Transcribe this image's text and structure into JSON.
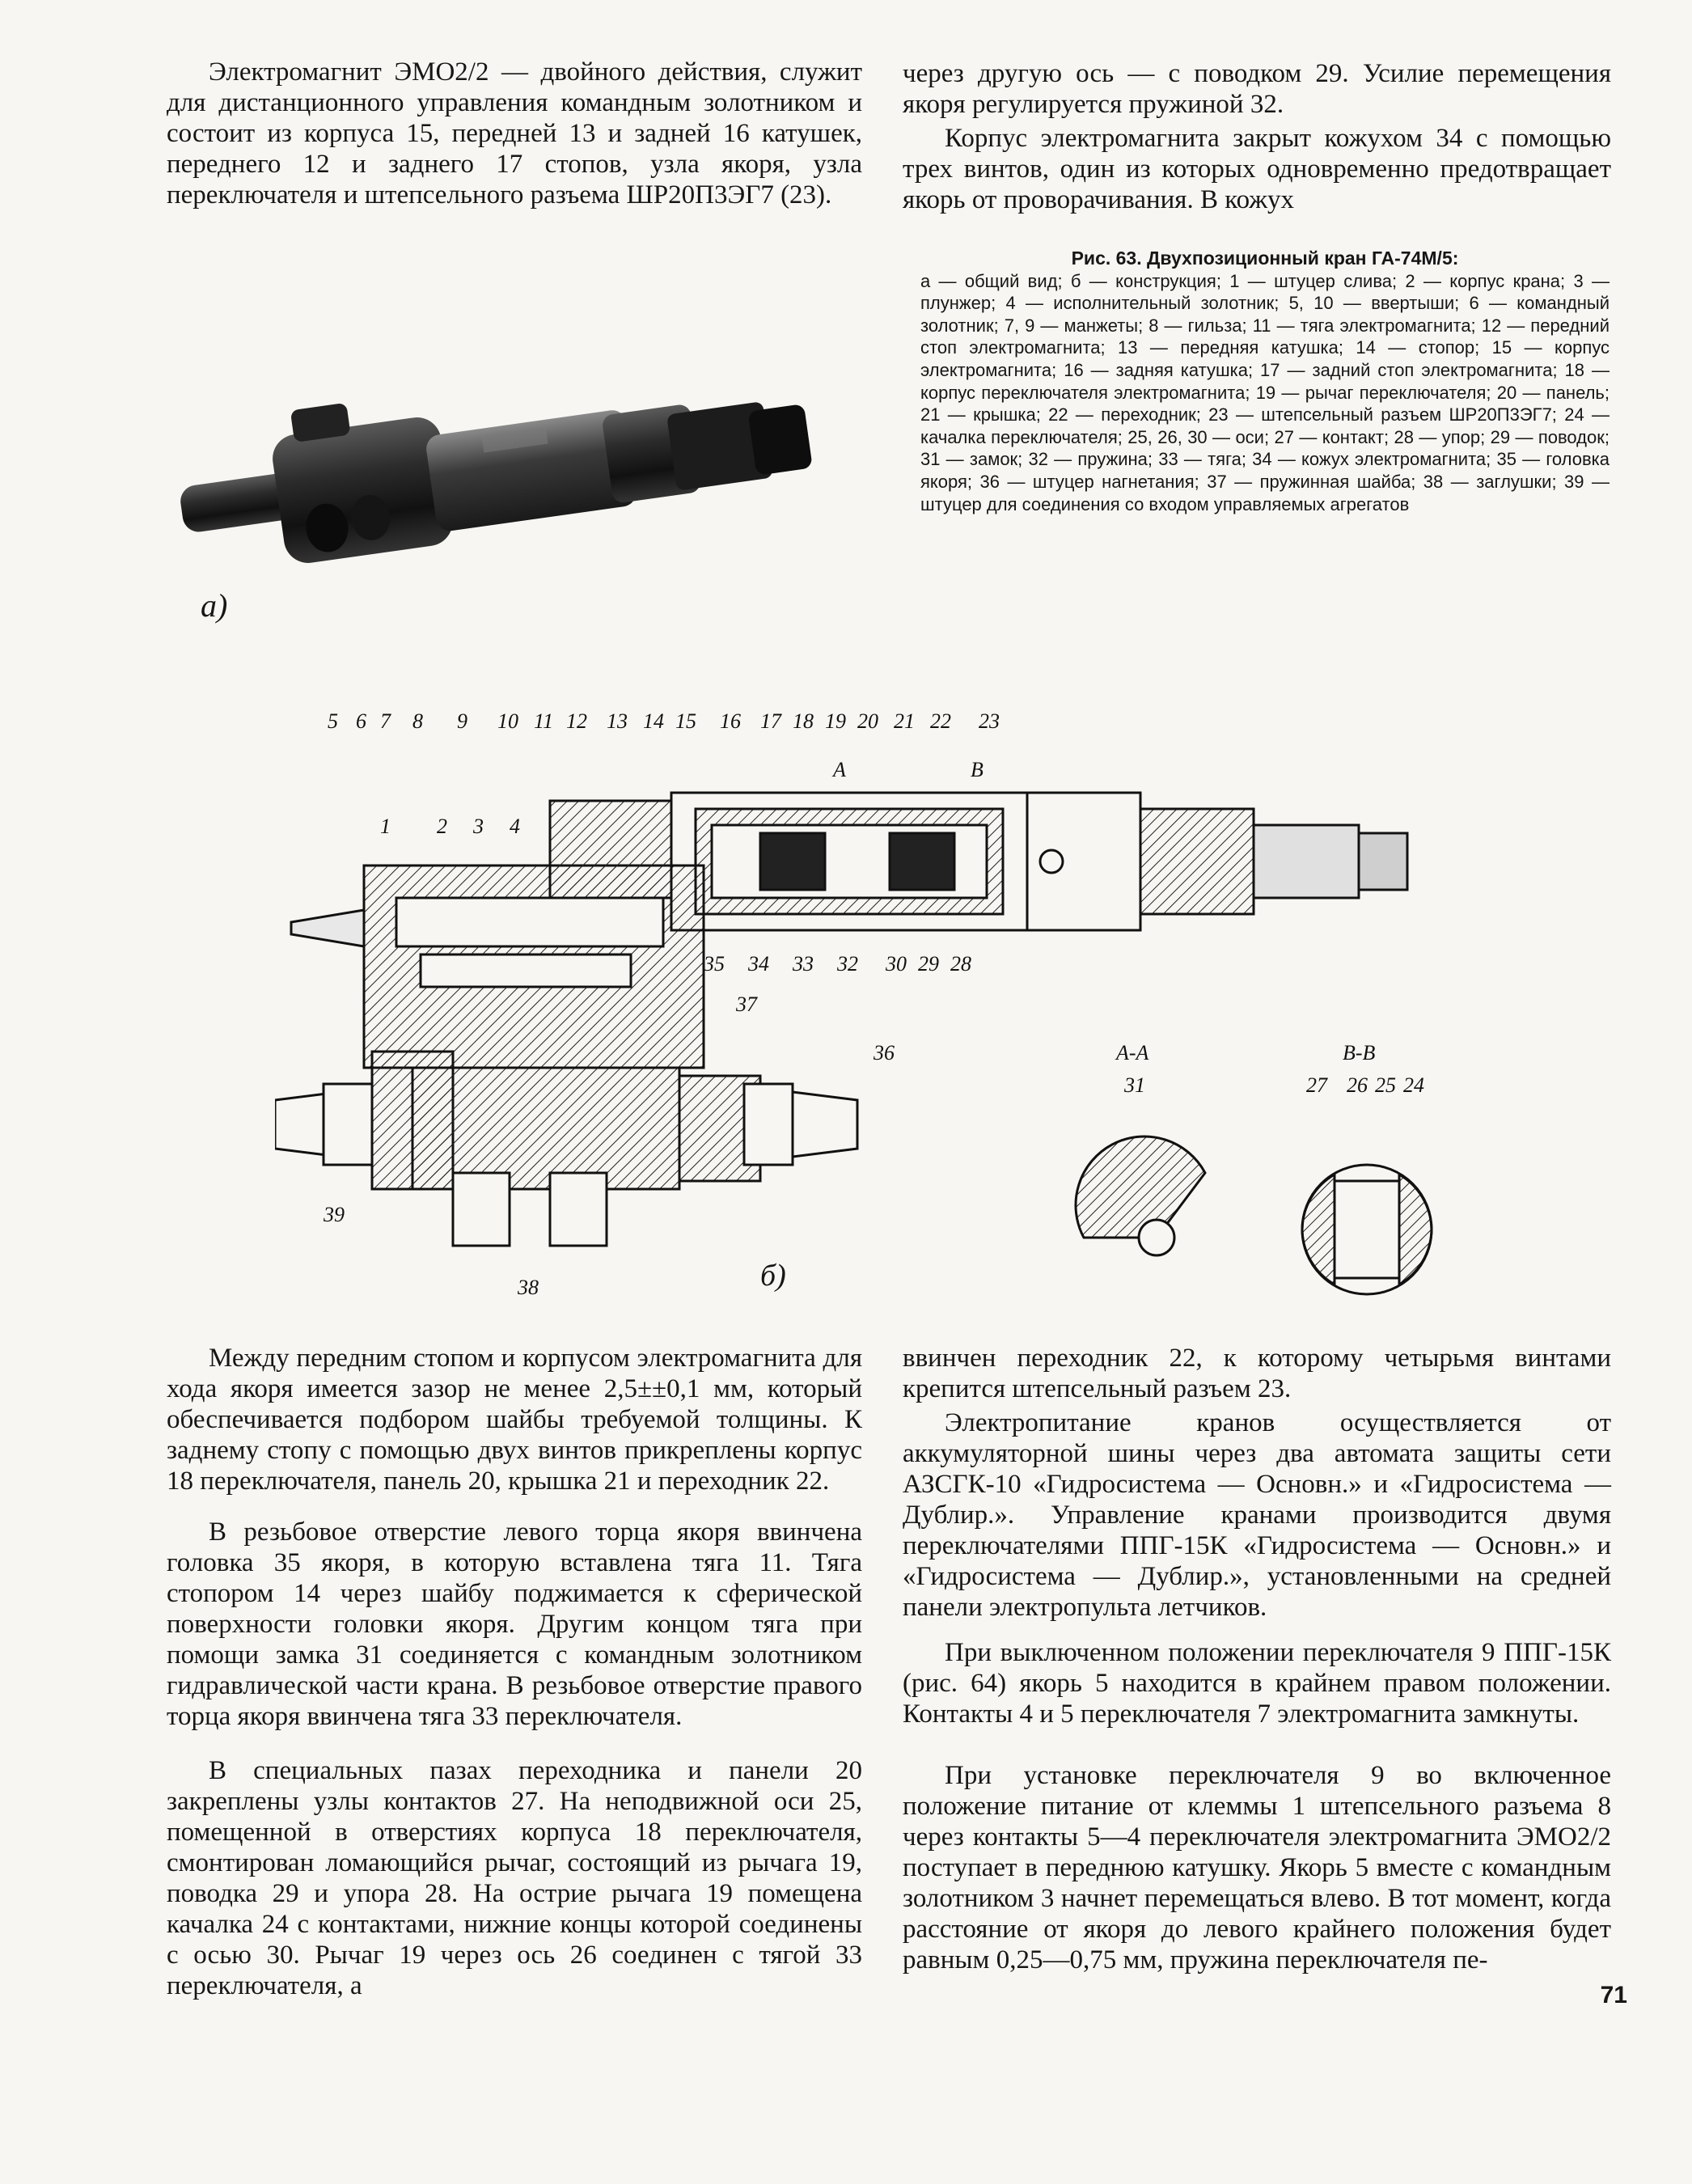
{
  "page": {
    "left_column": {
      "p1": "Электромагнит ЭМО2/2 — двойного действия, служит для дистанционного управления командным золотником и состоит из корпуса 15, передней 13 и задней 16 катушек, переднего 12 и заднего 17 стопов, узла якоря, узла переключателя и штепсельного разъема ШР20П3ЭГ7 (23).",
      "p2": "Между передним стопом и корпусом электромагнита для хода якоря имеется зазор не менее 2,5±±0,1 мм, который обеспечивается подбором шайбы требуемой толщины. К заднему стопу с помощью двух винтов прикреплены корпус 18 переключателя, панель 20, крышка 21 и переходник 22.",
      "p3": "В резьбовое отверстие левого торца якоря ввинчена головка 35 якоря, в которую вставлена тяга 11. Тяга стопором 14 через шайбу поджимается к сферической поверхности головки якоря. Другим концом тяга при помощи замка 31 соединяется с командным золотником гидравлической части крана. В резьбовое отверстие правого торца якоря ввинчена тяга 33 переключателя.",
      "p4": "В специальных пазах переходника и панели 20 закреплены узлы контактов 27. На неподвижной оси 25, помещенной в отверстиях корпуса 18 переключателя, смонтирован ломающийся рычаг, состоящий из рычага 19, поводка 29 и упора 28. На острие рычага 19 помещена качалка 24 с контактами, нижние концы которой соединены с осью 30. Рычаг 19 через ось 26 соединен с тягой 33 переключателя, а"
    },
    "right_column": {
      "p1": "через другую ось — с поводком 29. Усилие перемещения якоря регулируется пружиной 32.",
      "p2": "Корпус электромагнита закрыт кожухом 34 с помощью трех винтов, один из которых одновременно предотвращает якорь от проворачивания. В кожух",
      "p3": "ввинчен переходник 22, к которому четырьмя винтами крепится штепсельный разъем 23.",
      "p4": "Электропитание кранов осуществляется от аккумуляторной шины через два автомата защиты сети АЗСГК-10 «Гидросистема — Основн.» и «Гидросистема — Дублир.». Управление кранами производится двумя переключателями ППГ-15К «Гидросистема — Основн.» и «Гидросистема — Дублир.», установленными на средней панели электропульта летчиков.",
      "p5": "При выключенном положении переключателя 9 ППГ-15К (рис. 64) якорь 5 находится в крайнем правом положении. Контакты 4 и 5 переключателя 7 электромагнита замкнуты.",
      "p6": "При установке переключателя 9 во включенное положение питание от клеммы 1 штепсельного разъема 8 через контакты 5—4 переключателя электромагнита ЭМО2/2 поступает в переднюю катушку. Якорь 5 вместе с командным золотником 3 начнет перемещаться влево. В тот момент, когда расстояние от якоря до левого крайнего положения будет равным 0,25—0,75 мм, пружина переключателя пе-"
    },
    "caption": {
      "title": "Рис. 63. Двухпозиционный кран ГА-74М/5:",
      "body": "а — общий вид; б — конструкция; 1 — штуцер слива; 2 — корпус крана; 3 — плунжер; 4 — исполнительный золотник; 5, 10 — ввертыши; 6 — командный золотник; 7, 9 — манжеты; 8 — гильза; 11 — тяга электромагнита; 12 — передний стоп электромагнита; 13 — передняя катушка; 14 — стопор; 15 — корпус электромагнита; 16 — задняя катушка; 17 — задний стоп электромагнита; 18 — корпус переключателя электромагнита; 19 — рычаг переключателя; 20 — панель; 21 — крышка; 22 — переходник; 23 — штепсельный разъем ШР20П3ЭГ7; 24 — качалка переключателя; 25, 26, 30 — оси; 27 — контакт; 28 — упор; 29 — поводок; 31 — замок; 32 — пружина; 33 — тяга; 34 — кожух электромагнита; 35 — головка якоря; 36 — штуцер нагнетания; 37 — пружинная шайба; 38 — заглушки; 39 — штуцер для соединения со входом управляемых агрегатов"
    },
    "figure": {
      "label_a": "а)",
      "label_b": "б)",
      "callouts_top": [
        "5",
        "6",
        "7",
        "8",
        "9",
        "10",
        "11",
        "12",
        "13",
        "14",
        "15",
        "16",
        "17",
        "18",
        "19",
        "20",
        "21",
        "22",
        "23"
      ],
      "callouts_left": [
        "1",
        "2",
        "3",
        "4"
      ],
      "callouts_bottom": [
        "35",
        "34",
        "33",
        "32",
        "30",
        "29",
        "28"
      ],
      "callout_37": "37",
      "callout_36": "36",
      "callout_39": "39",
      "callout_38": "38",
      "section_a_label": "A",
      "section_b_label": "B",
      "section_aa_title": "А-А",
      "section_aa_callout": "31",
      "section_bb_title": "В-В",
      "section_bb_callouts": [
        "27",
        "26",
        "25",
        "24"
      ]
    },
    "page_number": "71"
  }
}
